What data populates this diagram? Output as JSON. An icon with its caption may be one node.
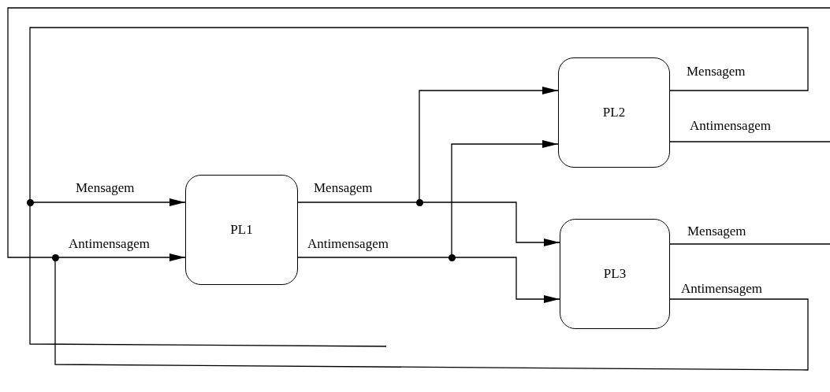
{
  "diagram": {
    "nodes": [
      {
        "text": [
          "PL1"
        ]
      },
      {
        "text": [
          "PL2"
        ]
      },
      {
        "text": [
          "PL3"
        ]
      },
      {
        "text": [],
        "shape": "circle"
      },
      {
        "text": [],
        "shape": "circle"
      },
      {
        "text": [],
        "shape": "circle"
      },
      {
        "text": [],
        "shape": "circle"
      }
    ],
    "edges": [
      {
        "from": 1,
        "to": 3,
        "arrow": "none",
        "label": "Mensagem"
      },
      {
        "from": 3,
        "to": 0,
        "arrow": "to",
        "label": "Mensagem"
      },
      {
        "from": 3,
        "to": null,
        "arrow": "none"
      },
      {
        "from": null,
        "to": 4,
        "arrow": "none"
      },
      {
        "from": 4,
        "to": 0,
        "arrow": "to",
        "label": "Antimensagem"
      },
      {
        "from": 2,
        "to": 4,
        "arrow": "none",
        "label": "Antimensagem"
      },
      {
        "from": 0,
        "to": 5,
        "arrow": "none",
        "label": "Mensagem"
      },
      {
        "from": 5,
        "to": 1,
        "arrow": "to"
      },
      {
        "from": 5,
        "to": 2,
        "arrow": "to"
      },
      {
        "from": 0,
        "to": 6,
        "arrow": "none",
        "label": "Antimensagem"
      },
      {
        "from": 6,
        "to": 1,
        "arrow": "to"
      },
      {
        "from": 6,
        "to": 2,
        "arrow": "to"
      },
      {
        "from": 1,
        "to": null,
        "arrow": "none",
        "label": "Antimensagem"
      },
      {
        "from": 2,
        "to": null,
        "arrow": "none",
        "label": "Mensagem"
      }
    ]
  }
}
